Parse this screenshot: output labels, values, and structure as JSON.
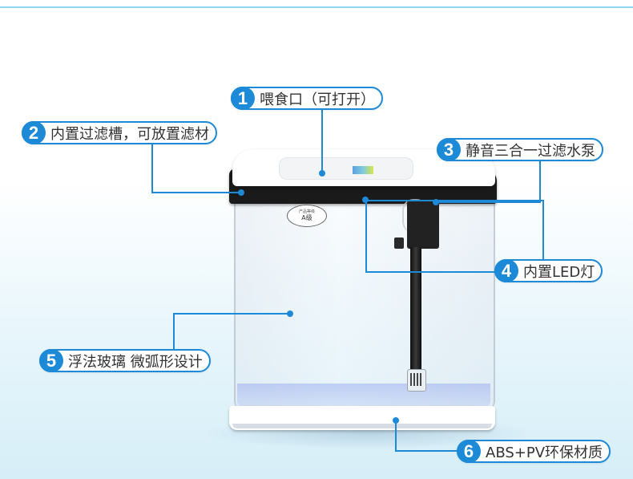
{
  "callouts": [
    {
      "num": "1",
      "text": "喂食口（可打开）"
    },
    {
      "num": "2",
      "text": "内置过滤槽，可放置滤材"
    },
    {
      "num": "3",
      "text": "静音三合一过滤水泵"
    },
    {
      "num": "4",
      "text": "内置LED灯"
    },
    {
      "num": "5",
      "text": "浮法玻璃 微弧形设计"
    },
    {
      "num": "6",
      "text": "ABS+PV环保材质"
    }
  ],
  "badge": {
    "line": "产品等级",
    "grade": "A级"
  },
  "colors": {
    "accent": "#1d8ad8",
    "line": "#8fd6ef"
  }
}
